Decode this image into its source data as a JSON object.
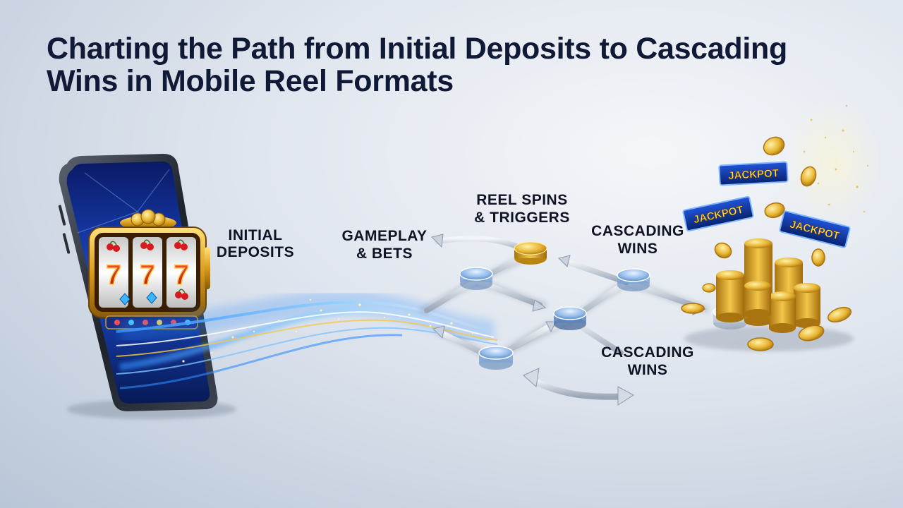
{
  "title": "Charting the Path from Initial Deposits to Cascading Wins in Mobile Reel Formats",
  "labels": {
    "initial_deposits": [
      "INITIAL",
      "DEPOSITS"
    ],
    "gameplay_bets": [
      "GAMEPLAY",
      "& BETS"
    ],
    "reel_spins": [
      "REEL SPINS",
      "& TRIGGERS"
    ],
    "cascading_wins_top": [
      "CASCADING",
      "WINS"
    ],
    "cascading_wins_bottom": [
      "CASCADING",
      "WINS"
    ]
  },
  "jackpot_signs": [
    "JACKPOT",
    "JACKPOT",
    "JACKPOT"
  ],
  "slot_symbols": [
    "7",
    "7",
    "7"
  ],
  "colors": {
    "title": "#101a36",
    "gold": "#e2b02a",
    "flow_blue": "#2f8cff",
    "jackpot_sign": "#0b2e8a",
    "jackpot_text": "#ffe14d"
  },
  "icons": [
    "smartphone-icon",
    "slot-machine-icon",
    "coin-stack-icon",
    "node-disc-icon",
    "arrow-icon"
  ]
}
